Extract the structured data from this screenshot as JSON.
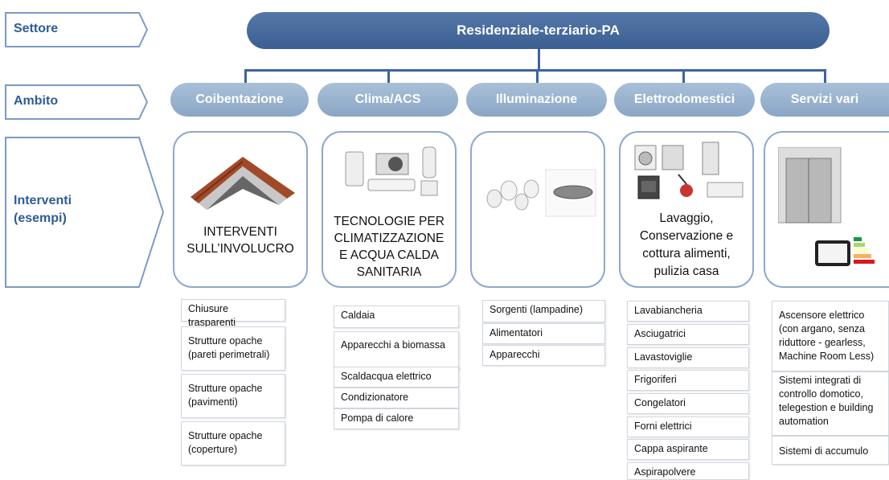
{
  "row_labels": {
    "settore": "Settore",
    "ambito": "Ambito",
    "interventi_line1": "Interventi",
    "interventi_line2": "(esempi)"
  },
  "sector": "Residenziale-terziario-PA",
  "colors": {
    "dark_blue": "#3c5f93",
    "light_blue": "#8aa6c6",
    "label_blue": "#2E5C9A"
  },
  "columns": [
    {
      "ambito": "Coibentazione",
      "card_lines": [
        "INTERVENTI",
        "SULL’INVOLUCRO"
      ],
      "icon": "roof-insulation-illustration",
      "items": [
        "Chiusure trasparenti",
        "Strutture opache (pareti perimetrali)",
        "Strutture opache (pavimenti)",
        "Strutture opache (coperture)"
      ]
    },
    {
      "ambito": "Clima/ACS",
      "card_lines": [
        "TECNOLOGIE PER",
        "CLIMATIZZAZIONE",
        "E ACQUA CALDA",
        "SANITARIA"
      ],
      "icon": "hvac-appliances-illustration",
      "items": [
        "Caldaia",
        "Apparecchi a biomassa",
        "Scaldacqua elettrico",
        "Condizionatore",
        "Pompa di calore"
      ]
    },
    {
      "ambito": "Illuminazione",
      "card_lines": [],
      "icon": "light-bulbs-illustration",
      "items": [
        "Sorgenti (lampadine)",
        "Alimentatori",
        "Apparecchi"
      ]
    },
    {
      "ambito": "Elettrodomestici",
      "card_lines": [
        "Lavaggio,",
        "Conservazione e",
        "cottura alimenti,",
        "pulizia casa"
      ],
      "icon": "home-appliances-illustration",
      "items": [
        "Lavabiancheria",
        "Asciugatrici",
        "Lavastoviglie",
        "Frigoriferi",
        "Congelatori",
        "Forni elettrici",
        "Cappa aspirante",
        "Aspirapolvere"
      ]
    },
    {
      "ambito": "Servizi vari",
      "card_lines": [],
      "icon": "elevator-illustration",
      "items": [
        "Ascensore elettrico (con argano, senza riduttore - gearless, Machine Room Less)",
        "Sistemi integrati di controllo domotico, telegestion e building automation",
        "Sistemi di accumulo"
      ]
    }
  ]
}
